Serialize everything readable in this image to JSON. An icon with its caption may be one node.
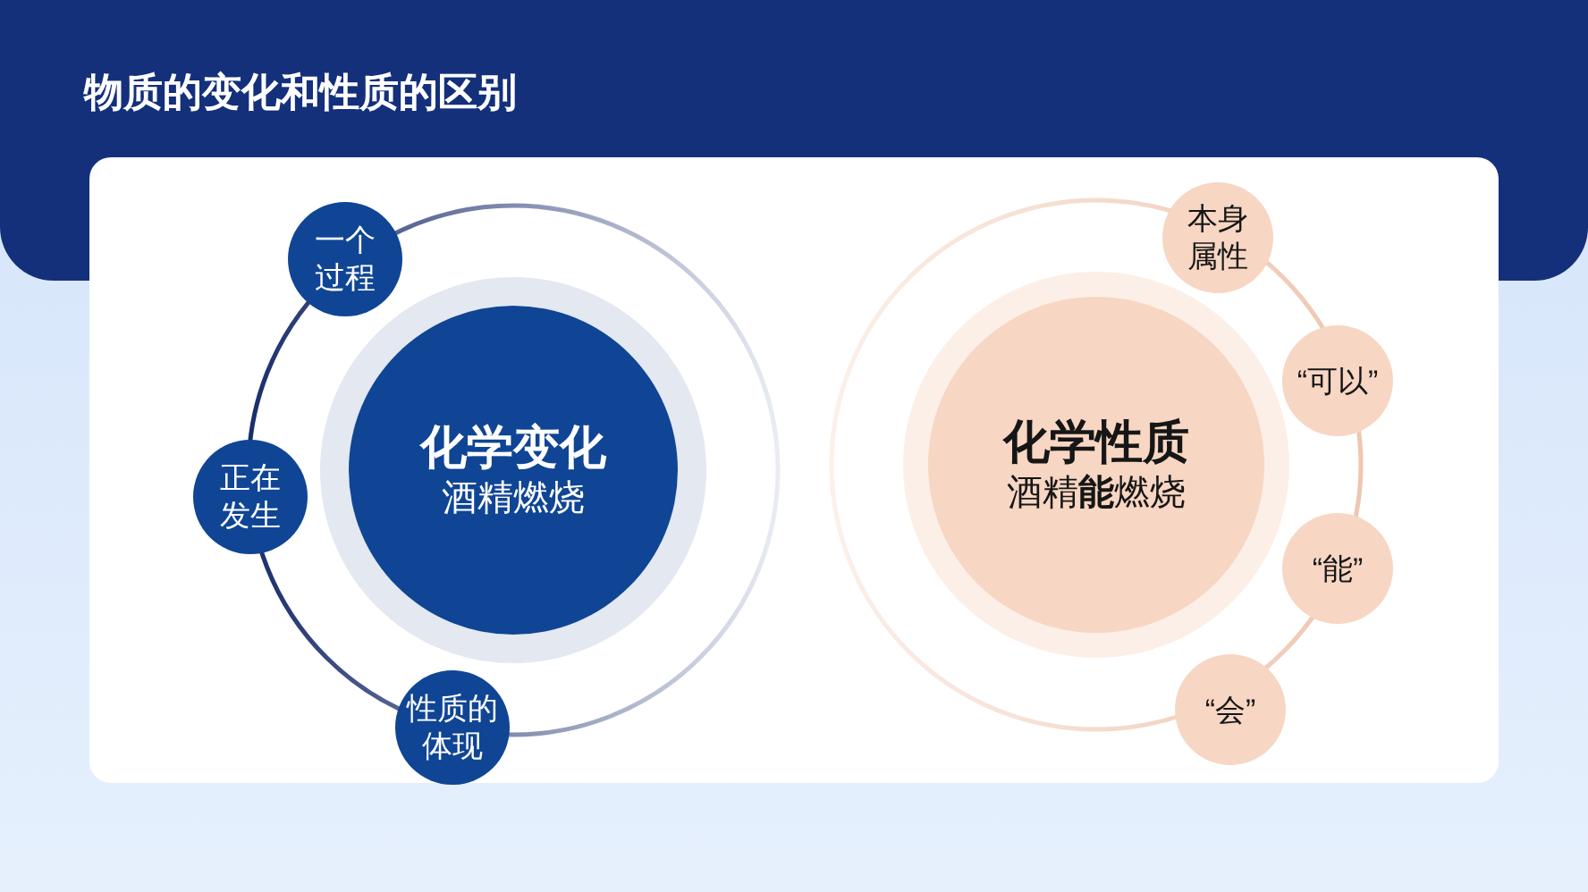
{
  "diagram": {
    "title": "物质的变化和性质的区别",
    "nodes": [
      {
        "text": [
          "化学变化",
          "酒精燃烧"
        ]
      },
      {
        "text": [
          "一个过程"
        ]
      },
      {
        "text": [
          "正在发生"
        ]
      },
      {
        "text": [
          "性质的体现"
        ]
      },
      {
        "text": [
          "化学性质",
          "酒精**能**燃烧"
        ]
      },
      {
        "text": [
          "本身属性"
        ]
      },
      {
        "text": [
          "“可以”"
        ]
      },
      {
        "text": [
          "“能”"
        ]
      },
      {
        "text": [
          "“会”"
        ]
      }
    ]
  }
}
